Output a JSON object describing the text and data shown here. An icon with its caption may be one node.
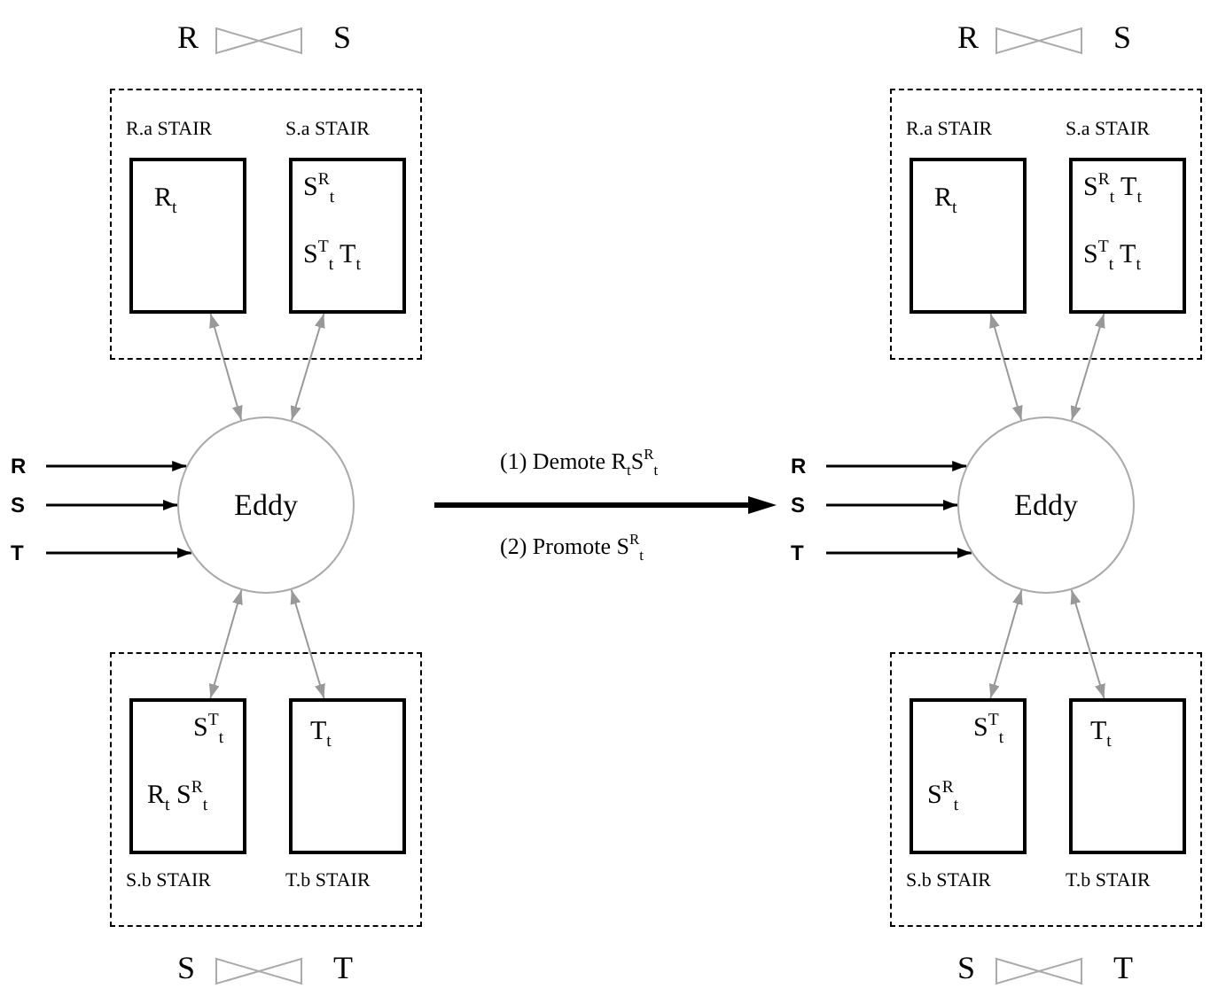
{
  "diagram": {
    "nodes": [
      {
        "text": [],
        "shape": "box",
        "beside": [
          "R",
          "S"
        ]
      },
      {
        "text": [
          "R.a STAIR",
          "R$_{t}$"
        ],
        "in": 0
      },
      {
        "text": [
          "S.a STAIR",
          "S$^{R}$$_{t}$",
          "S$^{T}$$_{t}$ T$_{t}$"
        ],
        "in": 0
      },
      {
        "text": [
          "Eddy"
        ]
      },
      {
        "text": [],
        "shape": "box",
        "beside": [
          "S",
          "T"
        ]
      },
      {
        "text": [
          "S$^{T}$$_{t}$",
          "R$_{t}$ S$^{R}$$_{t}$",
          "S.b STAIR"
        ],
        "in": 4
      },
      {
        "text": [
          "T$_{t}$",
          "T.b STAIR"
        ],
        "in": 4
      },
      {
        "text": [
          "R"
        ]
      },
      {
        "text": [
          "S"
        ]
      },
      {
        "text": [
          "T"
        ]
      },
      {
        "text": [],
        "shape": "box",
        "beside": [
          "R",
          "S"
        ]
      },
      {
        "text": [
          "R.a STAIR",
          "R$_{t}$"
        ],
        "in": 10
      },
      {
        "text": [
          "S.a STAIR",
          "S$^{R}$$_{t}$ T$_{t}$",
          "S$^{T}$$_{t}$ T$_{t}$"
        ],
        "in": 10
      },
      {
        "text": [
          "Eddy"
        ]
      },
      {
        "text": [],
        "shape": "box",
        "beside": [
          "S",
          "T"
        ]
      },
      {
        "text": [
          "S$^{T}$$_{t}$",
          "S$^{R}$$_{t}$",
          "S.b STAIR"
        ],
        "in": 14
      },
      {
        "text": [
          "T$_{t}$",
          "T.b STAIR"
        ],
        "in": 14
      },
      {
        "text": [
          "R"
        ]
      },
      {
        "text": [
          "S"
        ]
      },
      {
        "text": [
          "T"
        ]
      }
    ],
    "edges": [
      {
        "from": 1,
        "to": 3,
        "arrow": "both"
      },
      {
        "from": 2,
        "to": 3,
        "arrow": "both"
      },
      {
        "from": 3,
        "to": 5,
        "arrow": "both"
      },
      {
        "from": 3,
        "to": 6,
        "arrow": "both"
      },
      {
        "from": 7,
        "to": 3,
        "arrow": "to",
        "color": "#000000"
      },
      {
        "from": 8,
        "to": 3,
        "arrow": "to",
        "color": "#000000"
      },
      {
        "from": 9,
        "to": 3,
        "arrow": "to",
        "color": "#000000"
      },
      {
        "from": 11,
        "to": 13,
        "arrow": "both"
      },
      {
        "from": 12,
        "to": 13,
        "arrow": "both"
      },
      {
        "from": 13,
        "to": 15,
        "arrow": "both"
      },
      {
        "from": 13,
        "to": 16,
        "arrow": "both"
      },
      {
        "from": 17,
        "to": 13,
        "arrow": "to",
        "color": "#000000"
      },
      {
        "from": 18,
        "to": 13,
        "arrow": "to",
        "color": "#000000"
      },
      {
        "from": 19,
        "to": 13,
        "arrow": "to",
        "color": "#000000"
      }
    ],
    "labels": [
      "(1) Demote R$_{t}$S$^{R}$$_{t}$",
      "(2) Promote S$^{R}$$_{t}$"
    ]
  }
}
